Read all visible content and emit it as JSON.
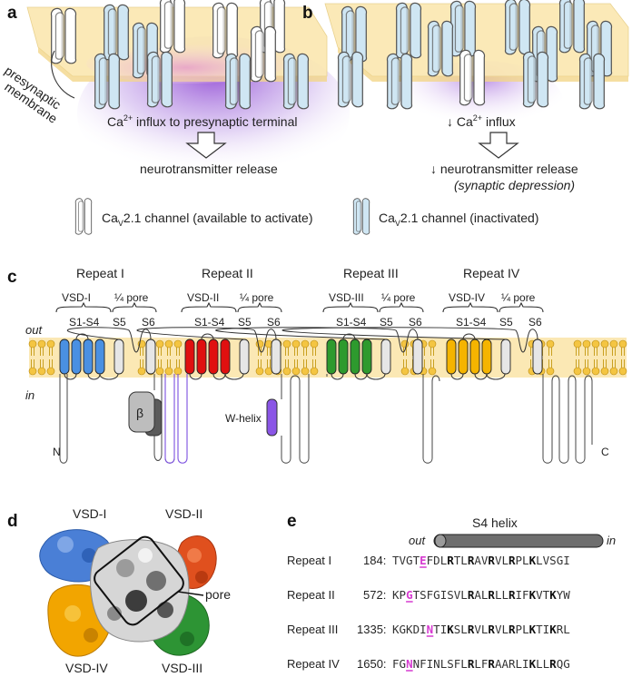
{
  "panel_a": {
    "letter": "a",
    "side_label_1": "presynaptic",
    "side_label_2": "membrane",
    "influx_pre": "Ca",
    "influx_sup": "2+",
    "influx_post": " influx to presynaptic terminal",
    "release": "neurotransmitter release"
  },
  "panel_b": {
    "letter": "b",
    "influx_pre": "↓ Ca",
    "influx_sup": "2+",
    "influx_post": " influx",
    "release": "↓ neurotransmitter release",
    "depression": "(synaptic depression)"
  },
  "legend": {
    "active_pre": "Ca",
    "active_sub": "V",
    "active_post": "2.1 channel (available to activate)",
    "inactive_pre": "Ca",
    "inactive_sub": "V",
    "inactive_post": "2.1 channel (inactivated)"
  },
  "panel_c": {
    "letter": "c",
    "out": "out",
    "in": "in",
    "n_term": "N",
    "c_term": "C",
    "beta": "β",
    "whelix": "W-helix",
    "repeats": [
      {
        "title": "Repeat I",
        "vsd": "VSD-I",
        "pore": "¼ pore",
        "s14": "S1-S4",
        "s5": "S5",
        "s6": "S6",
        "color": "#4a90e2"
      },
      {
        "title": "Repeat II",
        "vsd": "VSD-II",
        "pore": "¼ pore",
        "s14": "S1-S4",
        "s5": "S5",
        "s6": "S6",
        "color": "#e01010"
      },
      {
        "title": "Repeat III",
        "vsd": "VSD-III",
        "pore": "¼ pore",
        "s14": "S1-S4",
        "s5": "S5",
        "s6": "S6",
        "color": "#2e9a2e"
      },
      {
        "title": "Repeat IV",
        "vsd": "VSD-IV",
        "pore": "¼ pore",
        "s14": "S1-S4",
        "s5": "S5",
        "s6": "S6",
        "color": "#f5b400"
      }
    ]
  },
  "panel_d": {
    "letter": "d",
    "vsd1": "VSD-I",
    "vsd2": "VSD-II",
    "vsd3": "VSD-III",
    "vsd4": "VSD-IV",
    "pore": "pore"
  },
  "panel_e": {
    "letter": "e",
    "helix": "S4 helix",
    "out": "out",
    "in": "in",
    "rows": [
      {
        "label": "Repeat I",
        "start": "184:",
        "seq": [
          {
            "t": "TVGT"
          },
          {
            "t": "E",
            "m": true
          },
          {
            "t": "FDL"
          },
          {
            "t": "R",
            "b": true
          },
          {
            "t": "TL"
          },
          {
            "t": "R",
            "b": true
          },
          {
            "t": "AV"
          },
          {
            "t": "R",
            "b": true
          },
          {
            "t": "VL"
          },
          {
            "t": "R",
            "b": true
          },
          {
            "t": "PL"
          },
          {
            "t": "K",
            "b": true
          },
          {
            "t": "LVSGI"
          }
        ]
      },
      {
        "label": "Repeat II",
        "start": "572:",
        "seq": [
          {
            "t": "KP"
          },
          {
            "t": "G",
            "m": true
          },
          {
            "t": "TSFGISVL"
          },
          {
            "t": "R",
            "b": true
          },
          {
            "t": "AL"
          },
          {
            "t": "R",
            "b": true
          },
          {
            "t": "LL"
          },
          {
            "t": "R",
            "b": true
          },
          {
            "t": "IF"
          },
          {
            "t": "K",
            "b": true
          },
          {
            "t": "VT"
          },
          {
            "t": "K",
            "b": true
          },
          {
            "t": "YW"
          }
        ]
      },
      {
        "label": "Repeat III",
        "start": "1335:",
        "seq": [
          {
            "t": "KGKDI"
          },
          {
            "t": "N",
            "m": true
          },
          {
            "t": "TI"
          },
          {
            "t": "K",
            "b": true
          },
          {
            "t": "SL"
          },
          {
            "t": "R",
            "b": true
          },
          {
            "t": "VL"
          },
          {
            "t": "R",
            "b": true
          },
          {
            "t": "VL"
          },
          {
            "t": "R",
            "b": true
          },
          {
            "t": "PL"
          },
          {
            "t": "K",
            "b": true
          },
          {
            "t": "TI"
          },
          {
            "t": "K",
            "b": true
          },
          {
            "t": "RL"
          }
        ]
      },
      {
        "label": "Repeat IV",
        "start": "1650:",
        "seq": [
          {
            "t": "FG"
          },
          {
            "t": "N",
            "m": true
          },
          {
            "t": "NFINLSFL"
          },
          {
            "t": "R",
            "b": true
          },
          {
            "t": "LF"
          },
          {
            "t": "R",
            "b": true
          },
          {
            "t": "AAR"
          },
          {
            "t": "L"
          },
          {
            "t": "I"
          },
          {
            "t": "K",
            "b": true
          },
          {
            "t": "LL"
          },
          {
            "t": "R",
            "b": true
          },
          {
            "t": "QG"
          }
        ]
      }
    ]
  },
  "colors": {
    "membrane": "#fbe8b4",
    "inactive": "#cfe6f3",
    "lipid": "#f4c542",
    "magenta": "#d63ad0",
    "purple": "#7b4fe0"
  }
}
